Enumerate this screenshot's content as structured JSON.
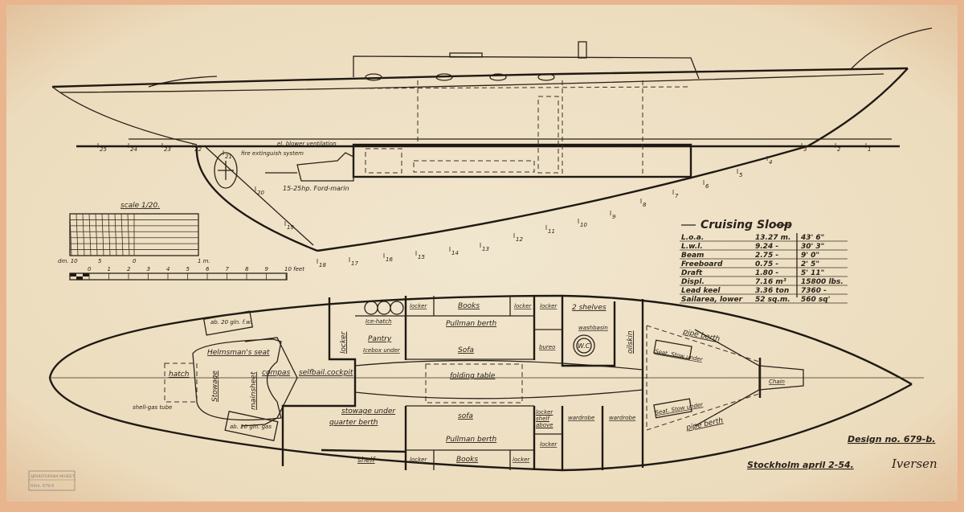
{
  "title_block": {
    "title": "Cruising Sloop",
    "specs": [
      {
        "label": "L.o.a.",
        "metric": "13.27 m.",
        "imperial": "43' 6\""
      },
      {
        "label": "L.w.l.",
        "metric": "9.24 -",
        "imperial": "30' 3\""
      },
      {
        "label": "Beam",
        "metric": "2.75 -",
        "imperial": "9' 0\""
      },
      {
        "label": "Freeboard",
        "metric": "0.75 -",
        "imperial": "2' 5\""
      },
      {
        "label": "Draft",
        "metric": "1.80 -",
        "imperial": "5' 11\""
      },
      {
        "label": "Displ.",
        "metric": "7.16 m³",
        "imperial": "15800 lbs."
      },
      {
        "label": "Lead keel",
        "metric": "3.36 ton",
        "imperial": "7360 -"
      },
      {
        "label": "Sailarea, lower",
        "metric": "52 sq.m.",
        "imperial": "560 sq'"
      }
    ],
    "design_no": "Design no. 679-b.",
    "place_date": "Stockholm april 2-54.",
    "signature": "Iversen"
  },
  "profile": {
    "engine": "15-25hp. Ford-marin",
    "blower": "el. blower ventilation",
    "fire": "fire extinguish system",
    "stations": [
      "25",
      "24",
      "23",
      "22",
      "21",
      "20",
      "19",
      "18",
      "17",
      "16",
      "15",
      "14",
      "13",
      "12",
      "11",
      "10",
      "9",
      "8",
      "7",
      "6",
      "5",
      "4",
      "3",
      "2",
      "1"
    ]
  },
  "scale": {
    "title": "scale 1/20.",
    "metric_labels": [
      "dm. 10",
      "5",
      "0",
      "1 m."
    ],
    "feet_labels": [
      "0",
      "1",
      "2",
      "3",
      "4",
      "5",
      "6",
      "7",
      "8",
      "9",
      "10 feet"
    ]
  },
  "plan": {
    "hatch": "hatch",
    "stowage": "Stowage",
    "helmsman": "Helmsman's seat",
    "mainsheet": "mainsheet",
    "compas": "compas",
    "cockpit": "selfbail.cockpit",
    "shellgas": "shell-gas tube",
    "fw_tank": "ab. 20 gln. f.w.",
    "gas_tank": "ab. 20 gln. gas",
    "locker_aft": "locker",
    "ice_hatch": "Ice-hatch",
    "pantry": "Pantry",
    "icebox": "Icebox under",
    "stowage_under": "stowage under",
    "quarter_berth": "quarter berth",
    "shelf": "shelf",
    "locker": "locker",
    "books": "Books",
    "pullman": "Pullman berth",
    "sofa": "Sofa",
    "sofa2": "sofa",
    "folding_table": "folding table",
    "two_shelves": "2 shelves",
    "washbasin": "washbasin",
    "wc": "W.C.",
    "bureau": "bureo",
    "oilskin": "oilskin",
    "locker_shelf": "locker shelf above",
    "wardrobe": "wardrobe",
    "pipe_berth": "pipe berth",
    "seat_stow": "Seat. Stow under",
    "chain": "Chain"
  },
  "stamp": {
    "line1": "SJÖHISTORISKA MUSEET",
    "line2": "Ritnr. 679-6"
  }
}
